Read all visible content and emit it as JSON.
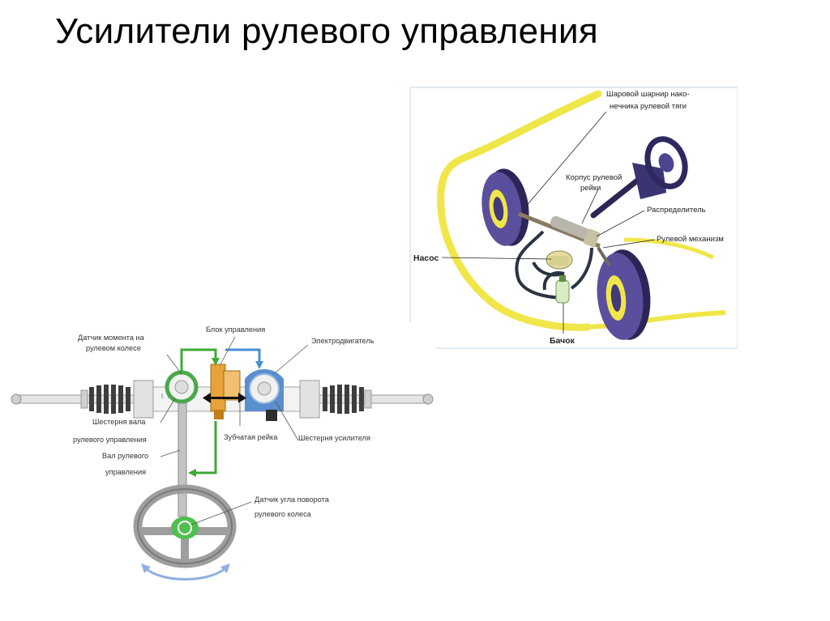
{
  "title": "Усилители рулевого управления",
  "hydraulic_figure": {
    "labels": {
      "ball_joint_l1": "Шаровой шарнир нако-",
      "ball_joint_l2": "нечника рулевой тяги",
      "rack_housing_l1": "Корпус рулевой",
      "rack_housing_l2": "рейки",
      "distributor": "Распределитель",
      "steering_gear": "Рулевой механизм",
      "pump": "Насос",
      "reservoir": "Бачок"
    }
  },
  "electric_figure": {
    "labels": {
      "torque_sensor_l1": "Датчик момента на",
      "torque_sensor_l2": "рулевом колесе",
      "control_unit": "Блок управления",
      "motor": "Электродвигатель",
      "pinion_l1": "Шестерня вала",
      "pinion_l2": "рулевого управления",
      "rack": "Зубчатая рейка",
      "assist_gear": "Шестерня усилителя",
      "shaft_l1": "Вал рулевого",
      "shaft_l2": "управления",
      "angle_sensor_l1": "Датчик угла поворота",
      "angle_sensor_l2": "рулевого колеса"
    }
  },
  "colors": {
    "car_outline": "#f0e64a",
    "wheel": "#4a3f86",
    "hose": "#2a3340",
    "signal_green": "#3faa35",
    "signal_blue": "#4a8fd6",
    "control_unit": "#e8a23a",
    "motor": "#5a8fcf"
  }
}
